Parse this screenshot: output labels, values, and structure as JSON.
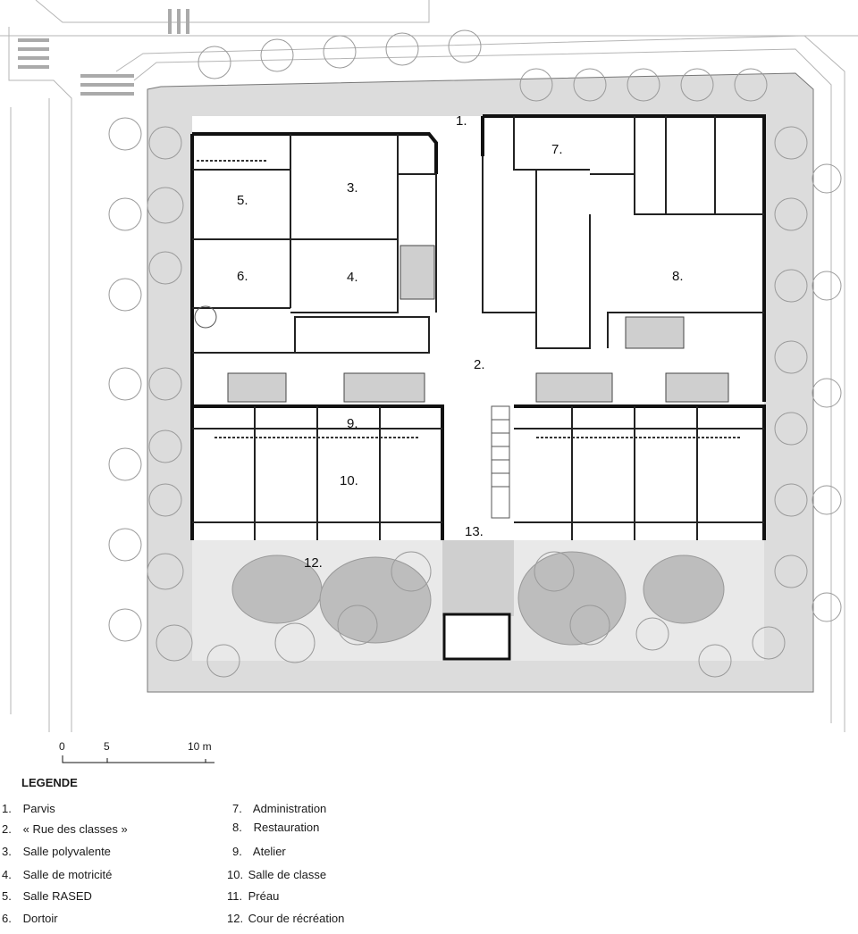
{
  "plan_labels": {
    "r1": "1.",
    "r2": "2.",
    "r3": "3.",
    "r4": "4.",
    "r5": "5.",
    "r6": "6.",
    "r7": "7.",
    "r8": "8.",
    "r9": "9.",
    "r10": "10.",
    "r12": "12.",
    "r13": "13."
  },
  "scale": {
    "zero": "0",
    "five": "5",
    "ten": "10 m"
  },
  "legend": {
    "title": "LEGENDE",
    "items": [
      {
        "num": "1.",
        "text": "Parvis"
      },
      {
        "num": "2.",
        "text": "« Rue des classes »"
      },
      {
        "num": "3.",
        "text": "Salle polyvalente"
      },
      {
        "num": "4.",
        "text": "Salle de motricité"
      },
      {
        "num": "5.",
        "text": "Salle RASED"
      },
      {
        "num": "6.",
        "text": "Dortoir"
      },
      {
        "num": "7.",
        "text": "Administration"
      },
      {
        "num": "8.",
        "text": "Restauration"
      },
      {
        "num": "9.",
        "text": "Atelier"
      },
      {
        "num": "10.",
        "text": "Salle de classe"
      },
      {
        "num": "11.",
        "text": "Préau"
      },
      {
        "num": "12.",
        "text": "Cour de récréation"
      }
    ]
  },
  "colors": {
    "wall": "#111111",
    "paving": "#d8d8d8",
    "planting": "#bdbdbd",
    "tree_stroke": "#9a9a9a"
  }
}
